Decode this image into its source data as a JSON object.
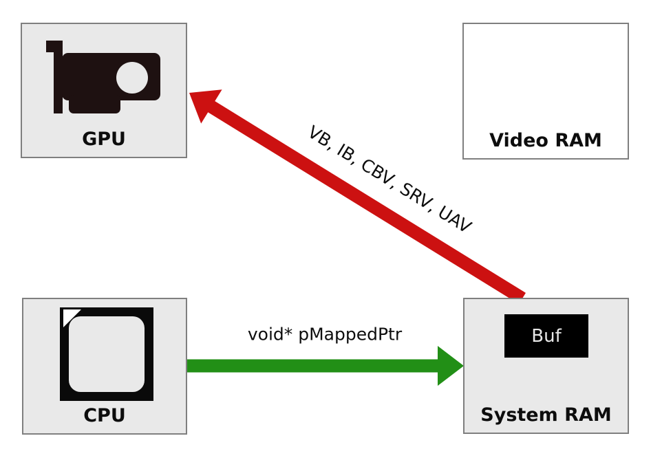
{
  "boxes": {
    "gpu": {
      "label": "GPU"
    },
    "video_ram": {
      "label": "Video RAM"
    },
    "cpu": {
      "label": "CPU"
    },
    "system_ram": {
      "label": "System RAM",
      "buffer": {
        "label": "Buf"
      }
    }
  },
  "arrows": {
    "upload": {
      "label": "VB, IB, CBV, SRV, UAV",
      "color": "#cc1111",
      "from": "System RAM",
      "to": "GPU"
    },
    "map": {
      "label": "void* pMappedPtr",
      "color": "#228f16",
      "from": "CPU",
      "to": "System RAM"
    }
  },
  "icons": {
    "gpu": "graphics-card-icon",
    "cpu": "cpu-chip-icon"
  },
  "colors": {
    "box_fill": "#e9e9e9",
    "box_border": "#7f7f7f",
    "video_ram_fill": "#ffffff",
    "buffer_fill": "#000000",
    "buffer_text": "#e8e8e8",
    "gpu_icon": "#1e1111",
    "cpu_icon": "#0a0a0a",
    "arrow_red": "#cc1111",
    "arrow_green": "#228f16"
  }
}
